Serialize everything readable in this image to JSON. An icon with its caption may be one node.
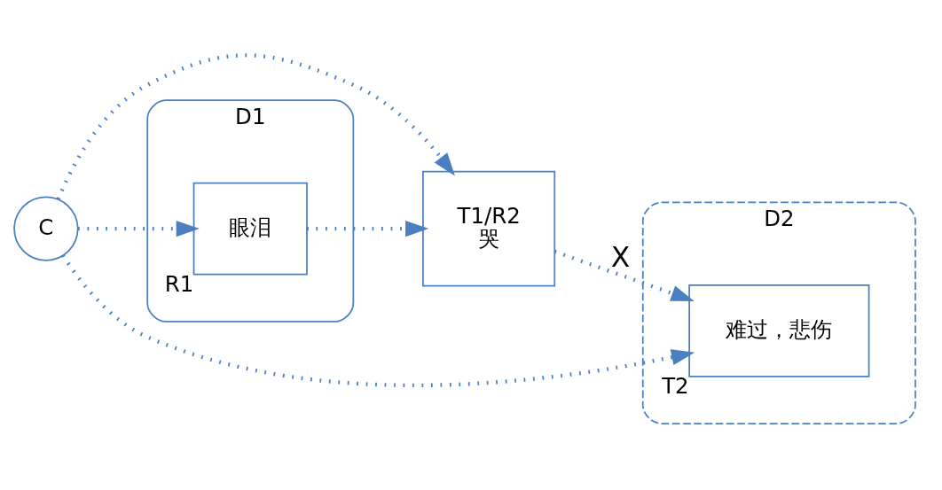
{
  "diagram": {
    "nodes": [
      {
        "text": [
          "D1"
        ]
      },
      {
        "text": [
          "D2"
        ]
      },
      {
        "text": [
          "眼泪"
        ],
        "in": 0,
        "beside": [
          "R1"
        ]
      },
      {
        "text": [
          "T1/R2",
          "哭"
        ]
      },
      {
        "text": [
          "难过，悲伤"
        ],
        "in": 1,
        "beside": [
          "T2"
        ]
      },
      {
        "text": [
          "C"
        ]
      }
    ],
    "edges": [
      {
        "from": 2,
        "to": 3,
        "arrow": "to"
      },
      {
        "from": 3,
        "to": 4,
        "arrow": "to",
        "label": "X"
      },
      {
        "from": 5,
        "to": 2,
        "arrow": "to"
      },
      {
        "from": 5,
        "to": 3,
        "arrow": "to"
      },
      {
        "from": 5,
        "to": 4,
        "arrow": "to"
      }
    ]
  }
}
